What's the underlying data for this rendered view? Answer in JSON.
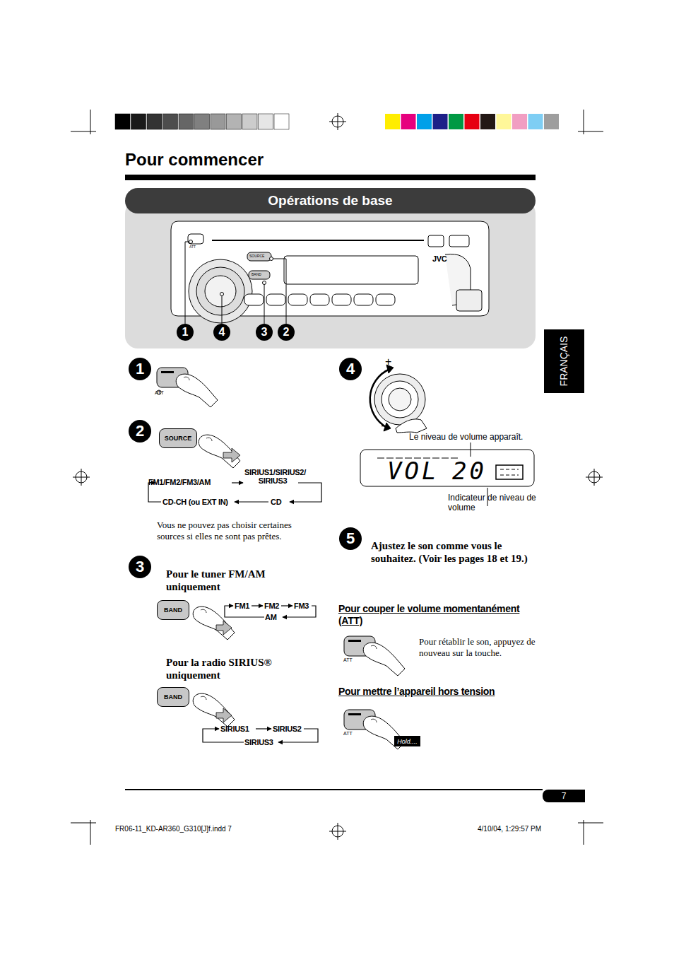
{
  "diagram": {
    "title": "Pour commencer",
    "nodes": [
      {
        "text": [
          "Opérations de base"
        ]
      },
      {
        "text": [
          "FRANÇAIS"
        ]
      },
      {
        "text": [
          "SOURCE"
        ]
      },
      {
        "text": [
          "BAND"
        ]
      },
      {
        "text": [
          "BAND"
        ]
      },
      {
        "text": [
          "Hold...."
        ]
      },
      {
        "text": [
          "7"
        ]
      }
    ],
    "labels": [
      "1",
      "4",
      "3",
      "2",
      "SOURCE",
      "BAND",
      "JVC",
      "ATT",
      "1",
      "ATT",
      "2",
      "FM1/FM2/FM3/AM",
      "SIRIUS1/SIRIUS2/ SIRIUS3",
      "CD-CH (ou EXT IN)",
      "CD",
      "Vous ne pouvez pas choisir certaines sources si elles ne sont pas prêtes.",
      "3",
      "Pour le tuner FM/AM uniquement",
      "FM1",
      "FM2",
      "FM3",
      "AM",
      "Pour la radio SIRIUS® uniquement",
      "SIRIUS1",
      "SIRIUS2",
      "SIRIUS3",
      "4",
      "+",
      "–",
      "Le niveau de volume apparaît.",
      "VOL",
      "20",
      "Indicateur de niveau de volume",
      "5",
      "Ajustez le son comme vous le souhaitez. (Voir les pages 18 et 19.)",
      "Pour couper le volume momentanément (ATT)",
      "ATT",
      "Pour rétablir le son, appuyez de nouveau sur la touche.",
      "Pour mettre l’appareil hors tension",
      "ATT",
      "FR06-11_KD-AR360_G310[J]f.indd 7",
      "4/10/04, 1:29:57 PM"
    ]
  }
}
